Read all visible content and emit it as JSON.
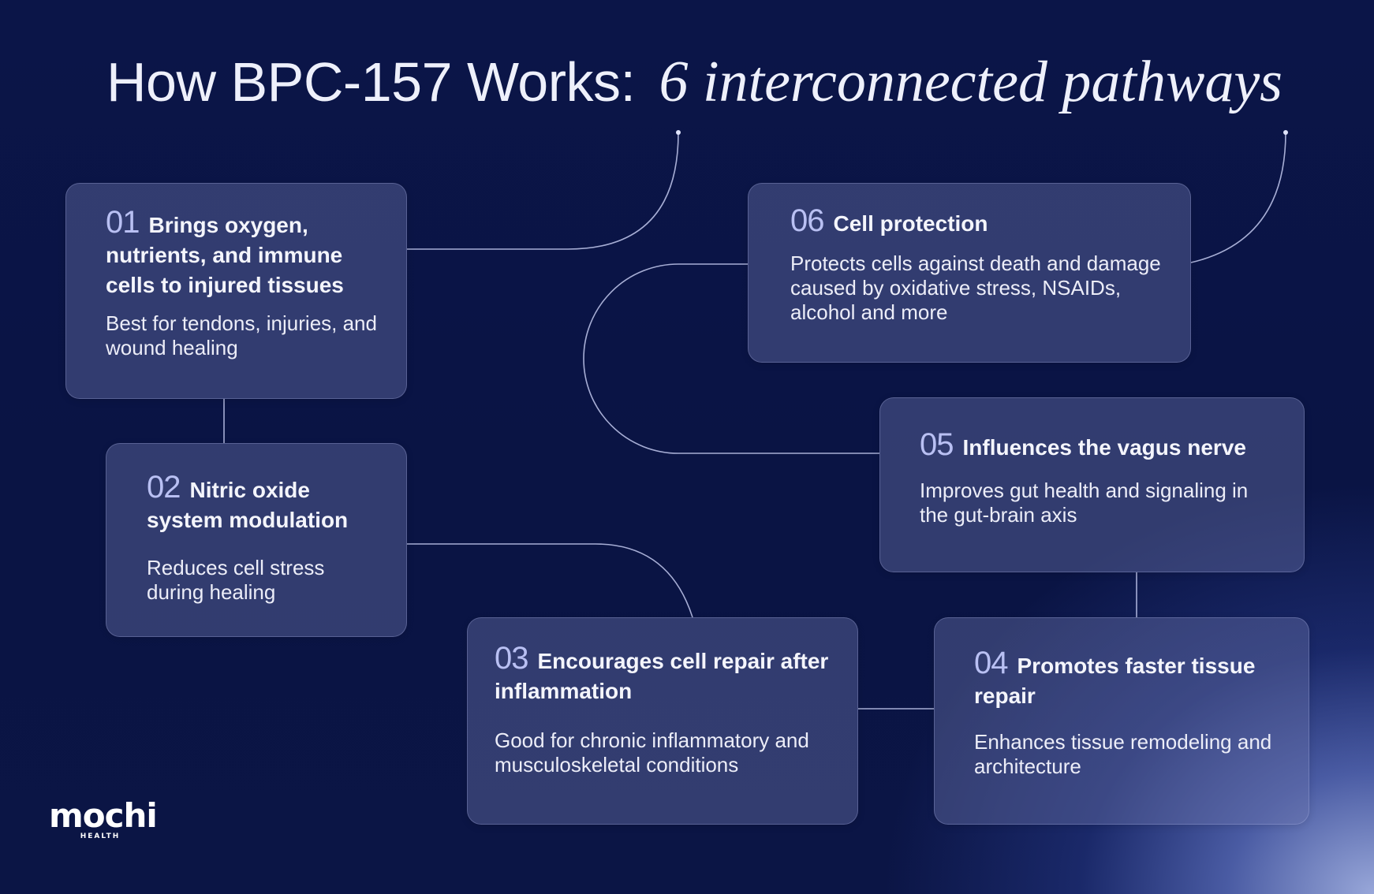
{
  "title": {
    "main": "How BPC-157 Works:",
    "italic": "6 interconnected pathways"
  },
  "cards": [
    {
      "num": "01",
      "heading": "Brings oxygen, nutrients, and immune cells to injured tissues",
      "desc": "Best for tendons, injuries, and wound healing"
    },
    {
      "num": "02",
      "heading": "Nitric oxide system modulation",
      "desc": "Reduces cell stress during healing"
    },
    {
      "num": "03",
      "heading": "Encourages cell repair after inflammation",
      "desc": "Good for chronic inflammatory and musculoskeletal conditions"
    },
    {
      "num": "04",
      "heading": "Promotes faster tissue repair",
      "desc": "Enhances tissue remodeling and architecture"
    },
    {
      "num": "05",
      "heading": "Influences the vagus nerve",
      "desc": "Improves gut health and signaling in the gut-brain axis"
    },
    {
      "num": "06",
      "heading": "Cell protection",
      "desc": "Protects cells against death and damage caused by oxidative stress, NSAIDs, alcohol and more"
    }
  ],
  "logo": {
    "word": "mochi",
    "sub": "HEALTH"
  },
  "colors": {
    "background": "#0b1545",
    "accent_number": "#b9c0f3",
    "connector": "#c3c9ee",
    "card_fill": "#545c96"
  }
}
